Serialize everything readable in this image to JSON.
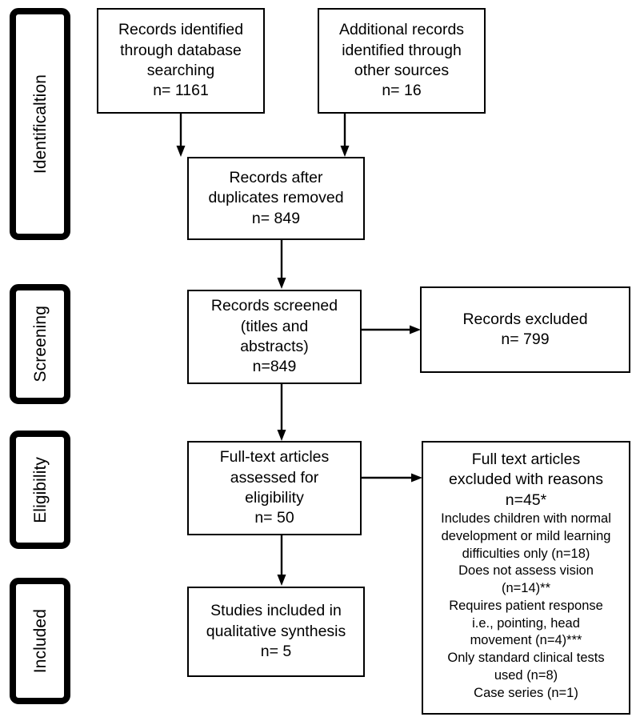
{
  "diagram": {
    "title": "PRISMA flow diagram",
    "type": "prisma-flowchart",
    "colors": {
      "line": "#000000",
      "box_fill": "#ffffff",
      "text": "#000000",
      "background": "#ffffff"
    }
  },
  "stages": [
    {
      "id": "identification",
      "label": "Identificaltion"
    },
    {
      "id": "screening",
      "label": "Screening"
    },
    {
      "id": "eligibility",
      "label": "Eligibility"
    },
    {
      "id": "included",
      "label": "Included"
    }
  ],
  "boxes": {
    "database_records": {
      "text": "Records identified\nthrough database\nsearching\nn= 1161",
      "count": 1161
    },
    "other_records": {
      "text": "Additional records\nidentified through\nother sources\nn= 16",
      "count": 16
    },
    "after_duplicates": {
      "text": "Records after\nduplicates removed\nn= 849",
      "count": 849
    },
    "records_screened": {
      "text": "Records screened\n(titles and\nabstracts)\nn=849",
      "count": 849
    },
    "records_excluded": {
      "text": "Records excluded\nn= 799",
      "count": 799
    },
    "fulltext_assessed": {
      "text": "Full-text articles\nassessed for\neligibility\nn= 50",
      "count": 50
    },
    "fulltext_excluded": {
      "heading": "Full text articles\nexcluded with reasons\nn=45*",
      "reasons": "Includes children with normal\ndevelopment or mild learning\ndifficulties only (n=18)\nDoes not assess vision\n(n=14)**\nRequires patient response\ni.e., pointing, head\nmovement (n=4)***\nOnly standard clinical tests\nused (n=8)\nCase series (n=1)",
      "count": 45,
      "reason_items": [
        {
          "text": "Includes children with normal development or mild learning difficulties only",
          "n": 18
        },
        {
          "text": "Does not assess vision",
          "n": 14,
          "note": "**"
        },
        {
          "text": "Requires patient response i.e., pointing, head movement",
          "n": 4,
          "note": "***"
        },
        {
          "text": "Only standard clinical tests used",
          "n": 8
        },
        {
          "text": "Case series",
          "n": 1
        }
      ]
    },
    "studies_included": {
      "text": "Studies included in\nqualitative synthesis\nn= 5",
      "count": 5
    }
  }
}
